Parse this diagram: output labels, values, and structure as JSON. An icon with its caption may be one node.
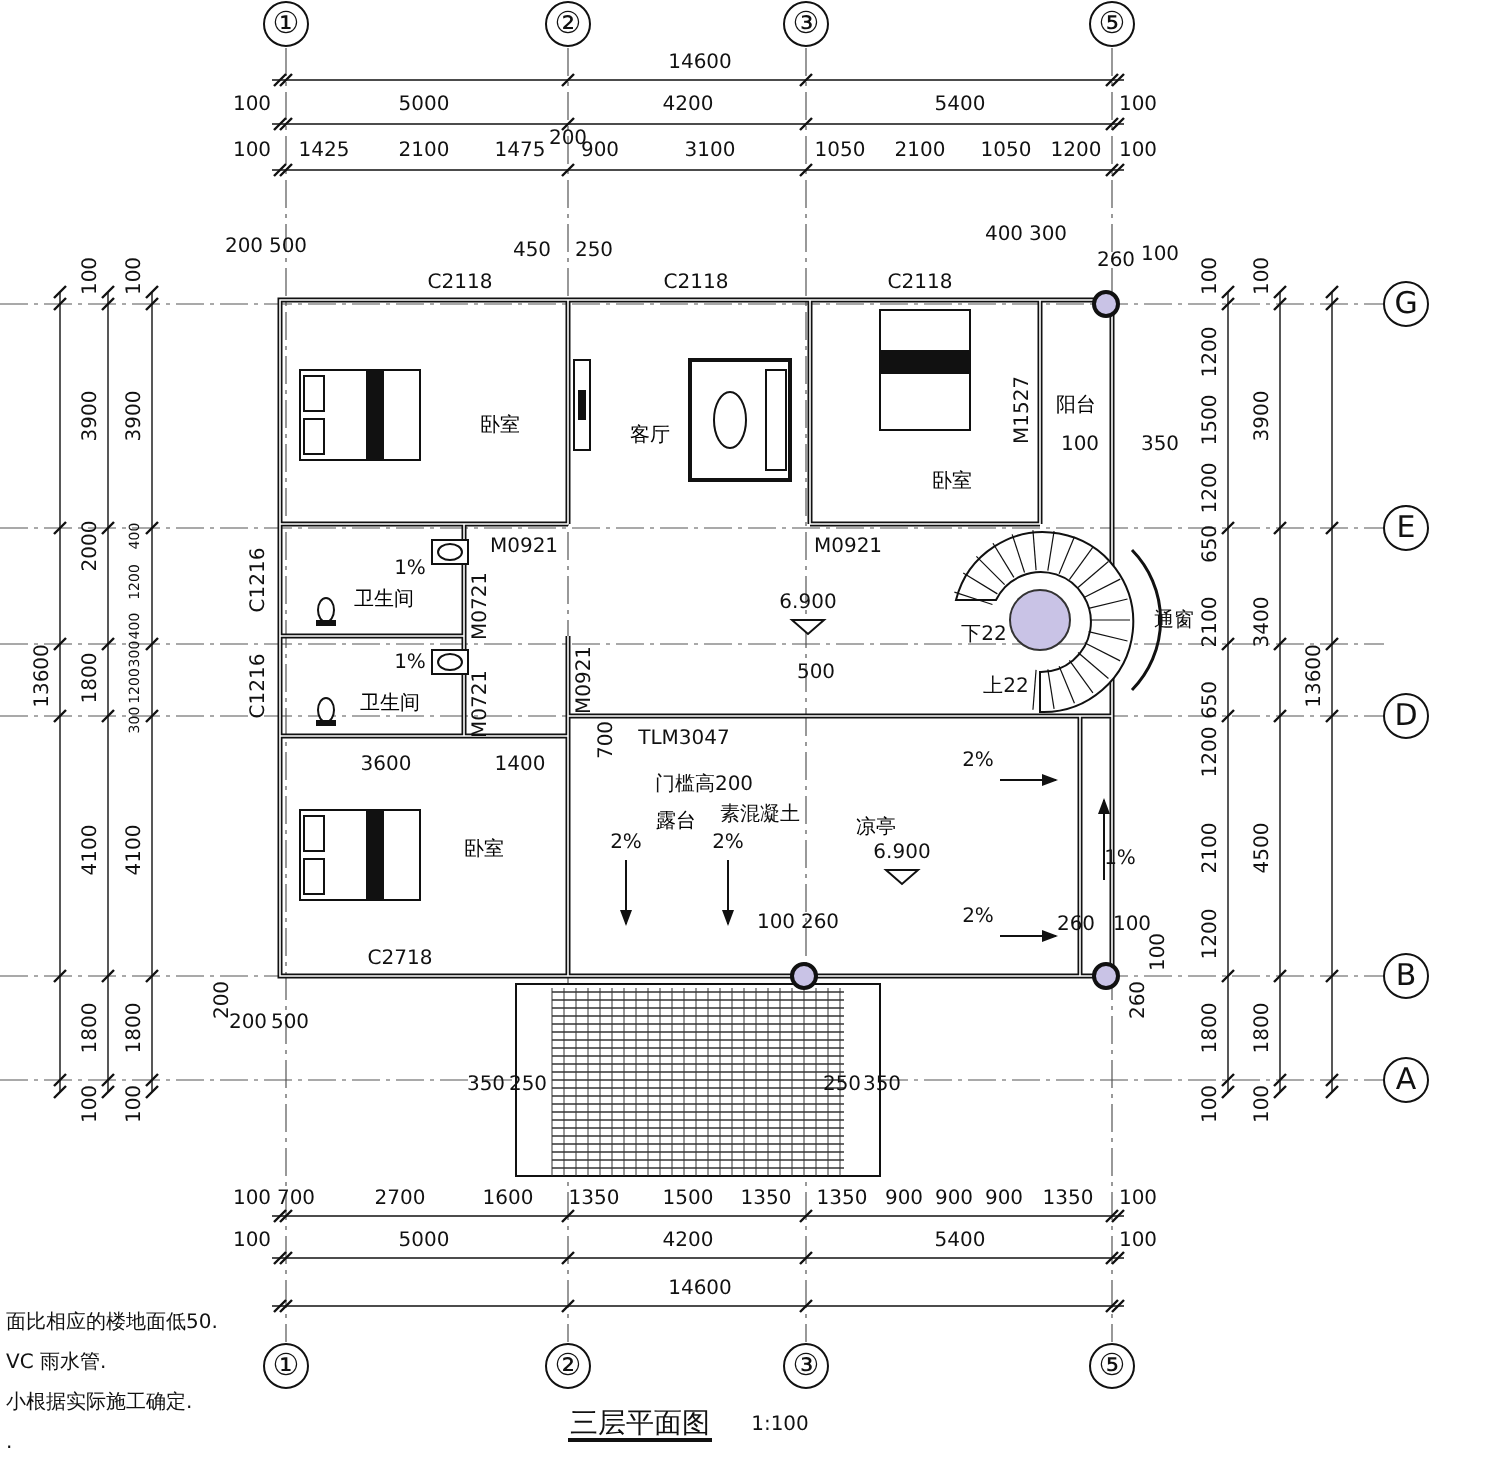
{
  "diagram": {
    "title": "三层平面图",
    "nodes": [
      {
        "text": [
          "卧室"
        ]
      },
      {
        "text": [
          "客厅"
        ]
      },
      {
        "text": [
          "卧室"
        ]
      },
      {
        "text": [
          "阳台"
        ]
      },
      {
        "text": [
          "卫生间"
        ]
      },
      {
        "text": [
          "卫生间"
        ]
      },
      {
        "text": [
          "卧室"
        ]
      },
      {
        "text": [
          "露台"
        ]
      },
      {
        "text": [
          "凉亭"
        ]
      }
    ],
    "labels": [
      "①",
      "②",
      "③",
      "⑤",
      "14600",
      "100",
      "5000",
      "4200",
      "5400",
      "100",
      "200",
      "100",
      "1425",
      "2100",
      "1475",
      "900",
      "3100",
      "1050",
      "2100",
      "1050",
      "1200",
      "100",
      "200",
      "500",
      "450",
      "250",
      "400",
      "300",
      "260",
      "100",
      "C2118",
      "C2118",
      "C2118",
      "M1527",
      "100",
      "350",
      "M0921",
      "M0921",
      "C1216",
      "1%",
      "M0721",
      "6.900",
      "通窗",
      "下22",
      "1%",
      "C1216",
      "500",
      "上22",
      "M0721",
      "M0921",
      "700",
      "TLM3047",
      "3600",
      "1400",
      "门槛高200",
      "2%",
      "素混凝土",
      "2%",
      "2%",
      "6.900",
      "1%",
      "C2718",
      "100",
      "260",
      "2%",
      "260",
      "100",
      "100",
      "200",
      "260",
      "200",
      "500",
      "350",
      "250",
      "250",
      "350",
      "100",
      "700",
      "2700",
      "1600",
      "1350",
      "1500",
      "1350",
      "1350",
      "900",
      "900",
      "900",
      "1350",
      "100",
      "100",
      "5000",
      "4200",
      "5400",
      "100",
      "14600",
      "①",
      "②",
      "③",
      "⑤",
      "100",
      "3900",
      "2000",
      "1800",
      "4100",
      "1800",
      "100",
      "100",
      "3900",
      "400",
      "1200",
      "400",
      "300",
      "1200",
      "300",
      "4100",
      "1800",
      "100",
      "13600",
      "100",
      "1200",
      "1500",
      "1200",
      "650",
      "2100",
      "650",
      "1200",
      "2100",
      "1200",
      "1800",
      "100",
      "100",
      "3900",
      "3400",
      "4500",
      "1800",
      "100",
      "13600",
      "G",
      "E",
      "D",
      "B",
      "A",
      "面比相应的楼地面低50.",
      "VC 雨水管.",
      "小根据实际施工确定.",
      ".",
      "1:100"
    ]
  }
}
